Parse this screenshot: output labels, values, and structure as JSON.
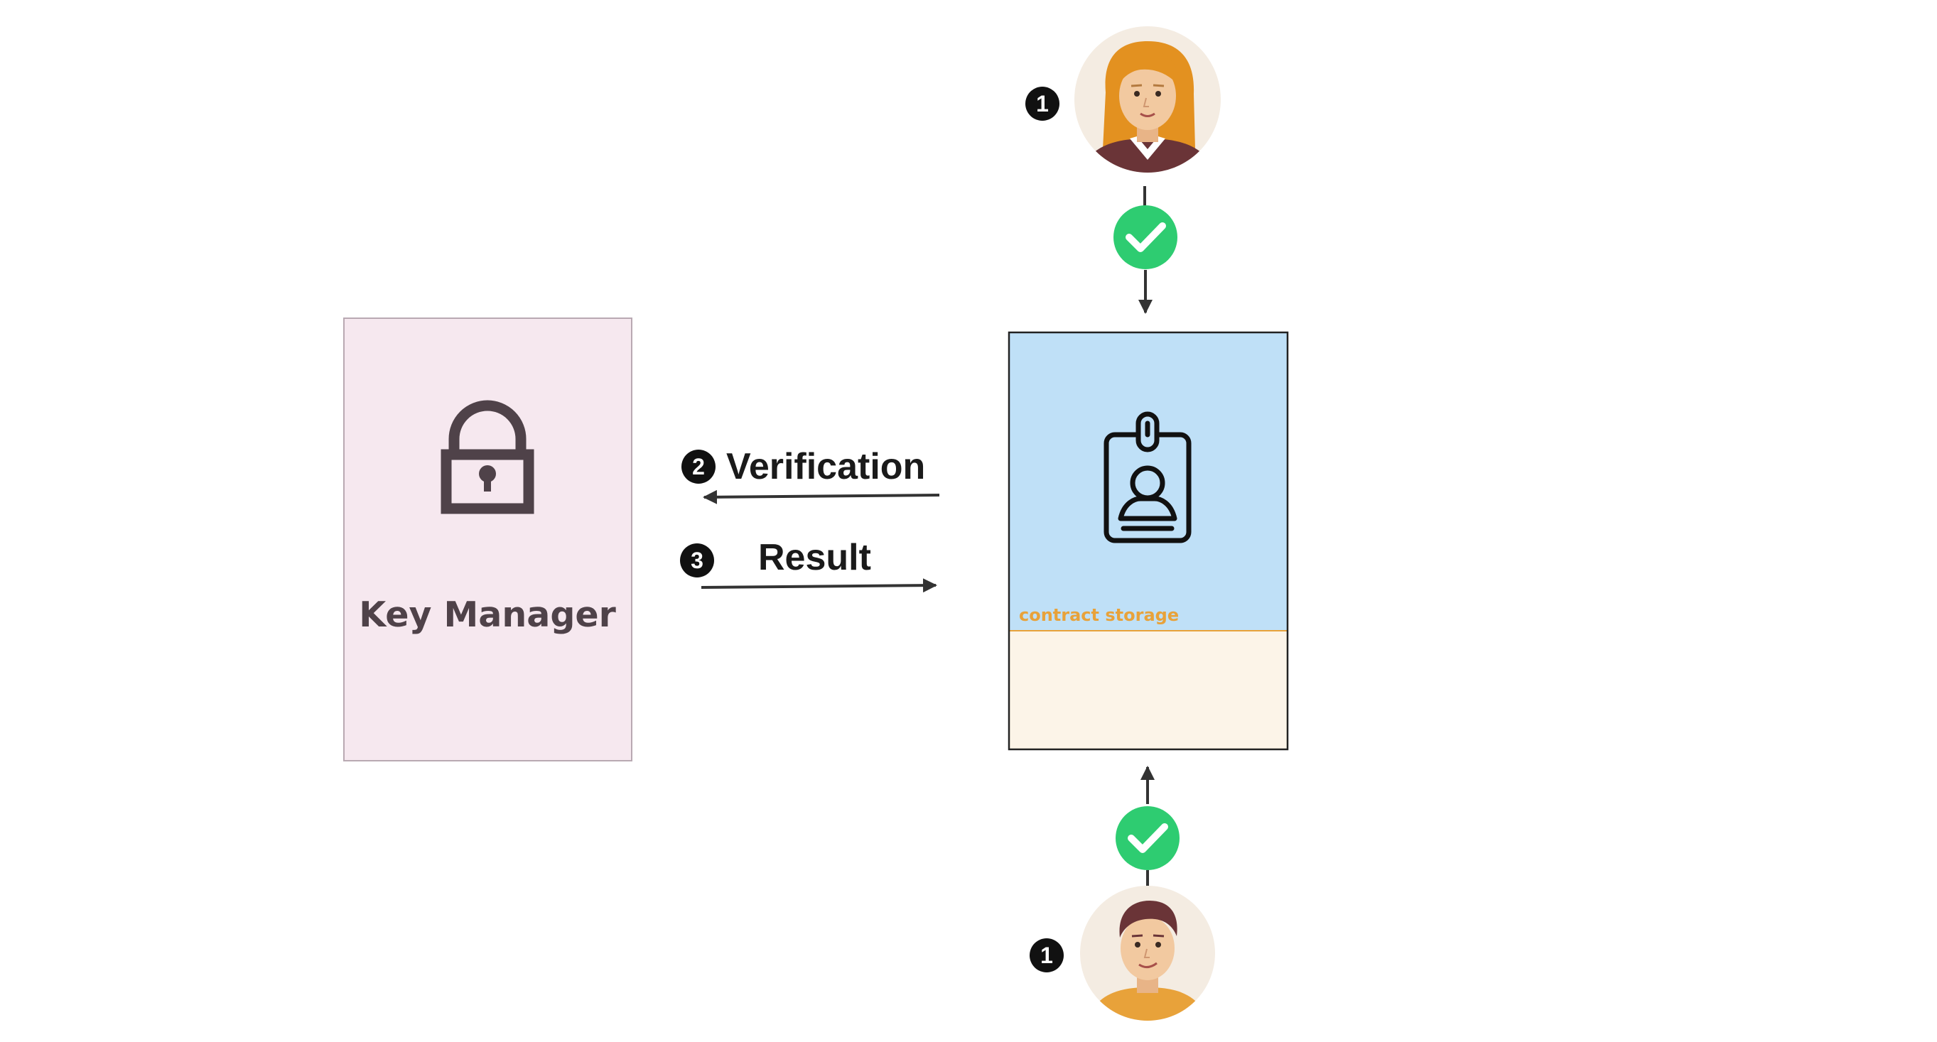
{
  "key_manager": {
    "label": "Key Manager",
    "icon": "padlock-icon",
    "fill": "#f6e8ef"
  },
  "contract": {
    "icon": "id-badge-icon",
    "storage_label": "contract storage",
    "top_fill": "#bfe0f7",
    "bottom_fill": "#fcf4e8"
  },
  "edges": {
    "verification": {
      "step": "2",
      "label": "Verification"
    },
    "result": {
      "step": "3",
      "label": "Result"
    }
  },
  "users": {
    "top": {
      "step": "1",
      "icon": "woman-avatar-icon"
    },
    "bottom": {
      "step": "1",
      "icon": "man-avatar-icon"
    }
  },
  "colors": {
    "check_green": "#2ecc71",
    "arrow": "#333333",
    "badge": "#111111"
  }
}
